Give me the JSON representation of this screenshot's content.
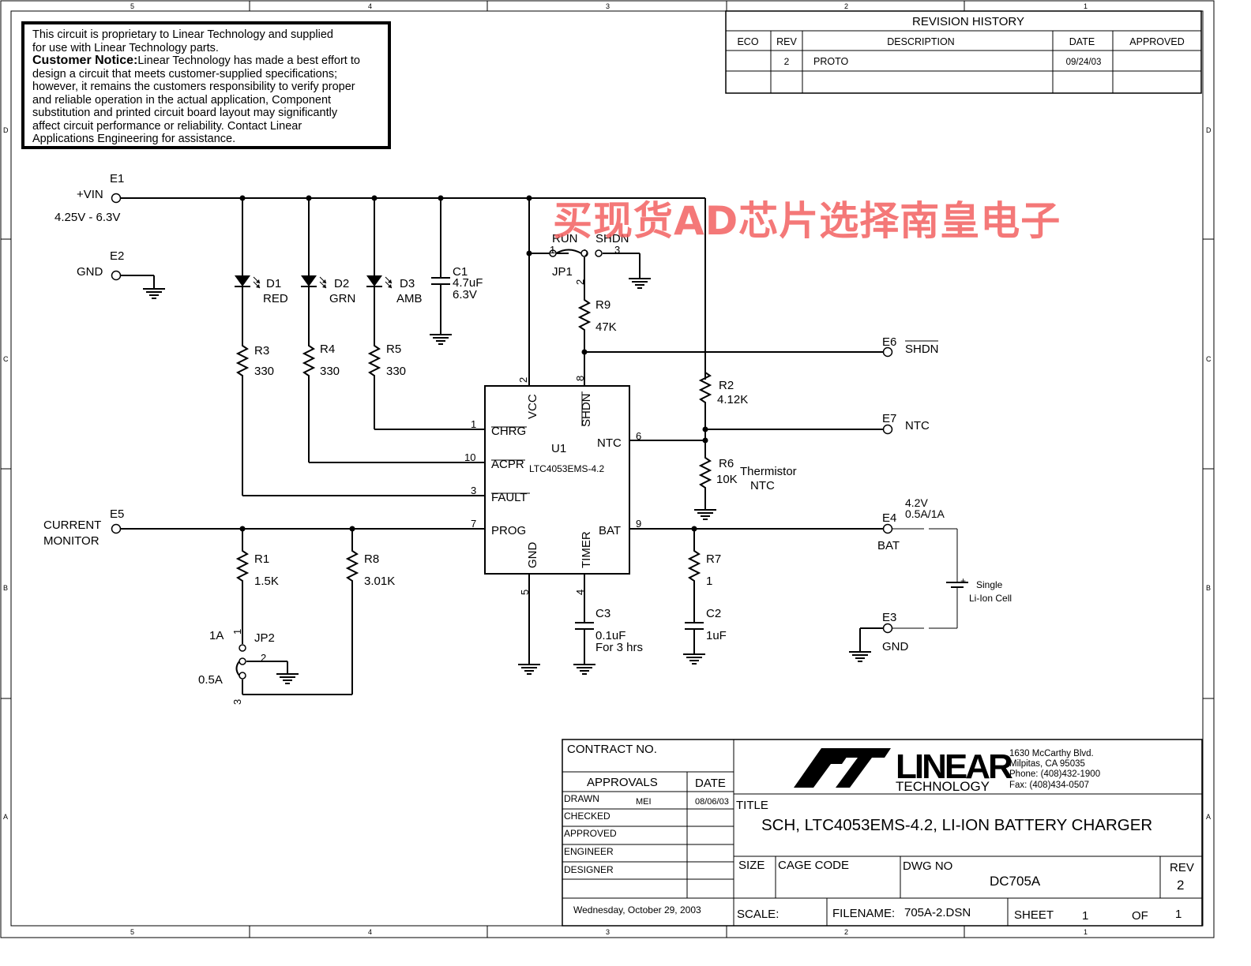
{
  "border": {
    "cols": [
      "5",
      "4",
      "3",
      "2",
      "1"
    ],
    "rows": [
      "D",
      "C",
      "B",
      "A"
    ]
  },
  "notice": {
    "line1": "This circuit is proprietary to Linear Technology and supplied",
    "line2": "for use with Linear Technology parts.",
    "bold": "Customer Notice:",
    "line3": "Linear Technology has made a best effort to",
    "line4": "design a circuit that meets customer-supplied specifications;",
    "line5": "however, it remains the customers responsibility to verify proper",
    "line6": "and reliable operation in the actual application, Component",
    "line7": "substitution and printed circuit board layout may significantly",
    "line8": "affect circuit performance or reliability. Contact Linear",
    "line9": "Applications Engineering for assistance."
  },
  "revision": {
    "title": "REVISION HISTORY",
    "headers": [
      "ECO",
      "REV",
      "DESCRIPTION",
      "DATE",
      "APPROVED"
    ],
    "row": {
      "eco": "",
      "rev": "2",
      "description": "PROTO",
      "date": "09/24/03",
      "approved": ""
    }
  },
  "watermark": "买现货AD芯片选择南皇电子",
  "schematic": {
    "e1": "E1",
    "vin": "+VIN",
    "vin_range": "4.25V - 6.3V",
    "e2": "E2",
    "gnd": "GND",
    "d1": "D1",
    "d1_color": "RED",
    "d2": "D2",
    "d2_color": "GRN",
    "d3": "D3",
    "d3_color": "AMB",
    "c1": "C1",
    "c1_val": "4.7uF",
    "c1_volt": "6.3V",
    "r3": "R3",
    "r3_val": "330",
    "r4": "R4",
    "r4_val": "330",
    "r5": "R5",
    "r5_val": "330",
    "run": "RUN",
    "shdn_top": "SHDN",
    "jp1": "JP1",
    "jp1_p1": "1",
    "jp1_p2": "2",
    "jp1_p3": "3",
    "r9": "R9",
    "r9_val": "47K",
    "e6": "E6",
    "e6_label": "SHDN",
    "r2": "R2",
    "r2_val": "4.12K",
    "e7": "E7",
    "e7_label": "NTC",
    "r6": "R6",
    "r6_val": "10K",
    "r6_desc1": "Thermistor",
    "r6_desc2": "NTC",
    "u1": "U1",
    "u1_part": "LTC4053EMS-4.2",
    "pin_vcc": "VCC",
    "pin_shdn": "SHDN",
    "pin_chrg": "CHRG",
    "pin_acpr": "ACPR",
    "pin_fault": "FAULT",
    "pin_prog": "PROG",
    "pin_ntc": "NTC",
    "pin_bat": "BAT",
    "pin_gnd": "GND",
    "pin_timer": "TIMER",
    "pn_2": "2",
    "pn_8": "8",
    "pn_1": "1",
    "pn_10": "10",
    "pn_3": "3",
    "pn_7": "7",
    "pn_6": "6",
    "pn_9": "9",
    "pn_5": "5",
    "pn_4": "4",
    "e5": "E5",
    "current": "CURRENT",
    "monitor": "MONITOR",
    "r1": "R1",
    "r1_val": "1.5K",
    "r8": "R8",
    "r8_val": "3.01K",
    "jp2": "JP2",
    "jp2_1a": "1A",
    "jp2_05a": "0.5A",
    "jp2_p1": "1",
    "jp2_p2": "2",
    "jp2_p3": "3",
    "c3": "C3",
    "c3_val": "0.1uF",
    "c3_note": "For 3 hrs",
    "r7": "R7",
    "r7_val": "1",
    "c2": "C2",
    "c2_val": "1uF",
    "e4": "E4",
    "e4_v": "4.2V",
    "e4_i": "0.5A/1A",
    "e4_label": "BAT",
    "cell1": "Single",
    "cell2": "Li-Ion Cell",
    "plus": "+",
    "e3": "E3",
    "e3_label": "GND"
  },
  "titleblock": {
    "contract": "CONTRACT NO.",
    "approvals": "APPROVALS",
    "date_hdr": "DATE",
    "drawn": "DRAWN",
    "drawn_by": "MEI",
    "drawn_date": "08/06/03",
    "checked": "CHECKED",
    "approved": "APPROVED",
    "engineer": "ENGINEER",
    "designer": "DESIGNER",
    "print_date": "Wednesday, October 29, 2003",
    "logo_main": "LINEAR",
    "logo_sub": "TECHNOLOGY",
    "addr1": "1630 McCarthy Blvd.",
    "addr2": "Milpitas, CA 95035",
    "addr3": "Phone: (408)432-1900",
    "addr4": "Fax: (408)434-0507",
    "title_lbl": "TITLE",
    "title": "SCH, LTC4053EMS-4.2, LI-ION BATTERY CHARGER",
    "size": "SIZE",
    "cage": "CAGE CODE",
    "dwg_no_lbl": "DWG NO",
    "dwg_no": "DC705A",
    "rev_lbl": "REV",
    "rev": "2",
    "scale": "SCALE:",
    "filename_lbl": "FILENAME:",
    "filename": "705A-2.DSN",
    "sheet_lbl": "SHEET",
    "sheet": "1",
    "of": "OF",
    "of_total": "1"
  }
}
